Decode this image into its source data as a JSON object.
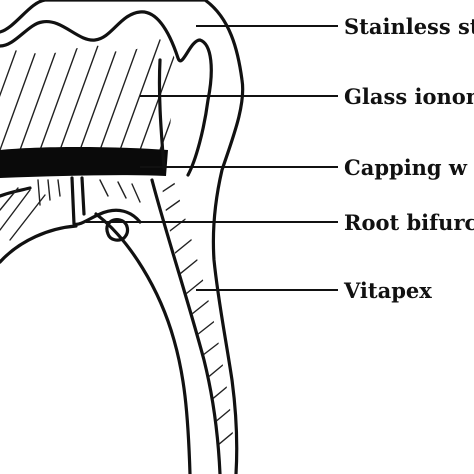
{
  "labels": {
    "stainless_steel_crown": "Stainless st",
    "glass_ionomer": "Glass ionom",
    "capping": "Capping w",
    "root_bifurcation": "Root bifurc",
    "vitapex": "Vitapex"
  },
  "colors": {
    "ink": "#111111",
    "background": "#ffffff"
  }
}
